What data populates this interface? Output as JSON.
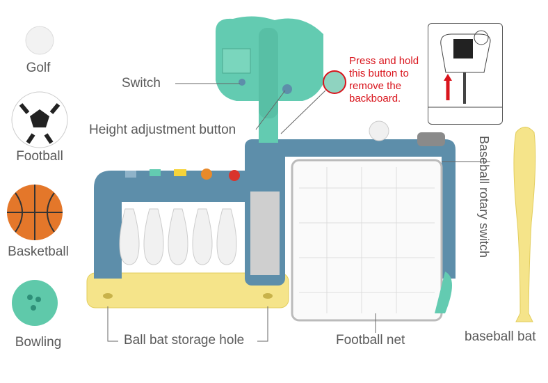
{
  "balls": [
    {
      "label": "Golf",
      "color": "#f2f2f2"
    },
    {
      "label": "Football",
      "color": "#222222"
    },
    {
      "label": "Basketball",
      "color": "#e4772a"
    },
    {
      "label": "Bowling",
      "color": "#5fc9aa"
    }
  ],
  "callouts": {
    "switch": "Switch",
    "height": "Height adjustment button",
    "press_lines": [
      "Press and hold",
      "this button to",
      "remove the",
      "backboard."
    ],
    "rotary": "Baseball rotary switch",
    "storage": "Ball bat storage hole",
    "net": "Football net",
    "bat": "baseball bat"
  },
  "colors": {
    "accent_red": "#d9141c",
    "frame_blue": "#5d8eaa",
    "teal": "#63cbb1",
    "yellow": "#f5e48a"
  }
}
